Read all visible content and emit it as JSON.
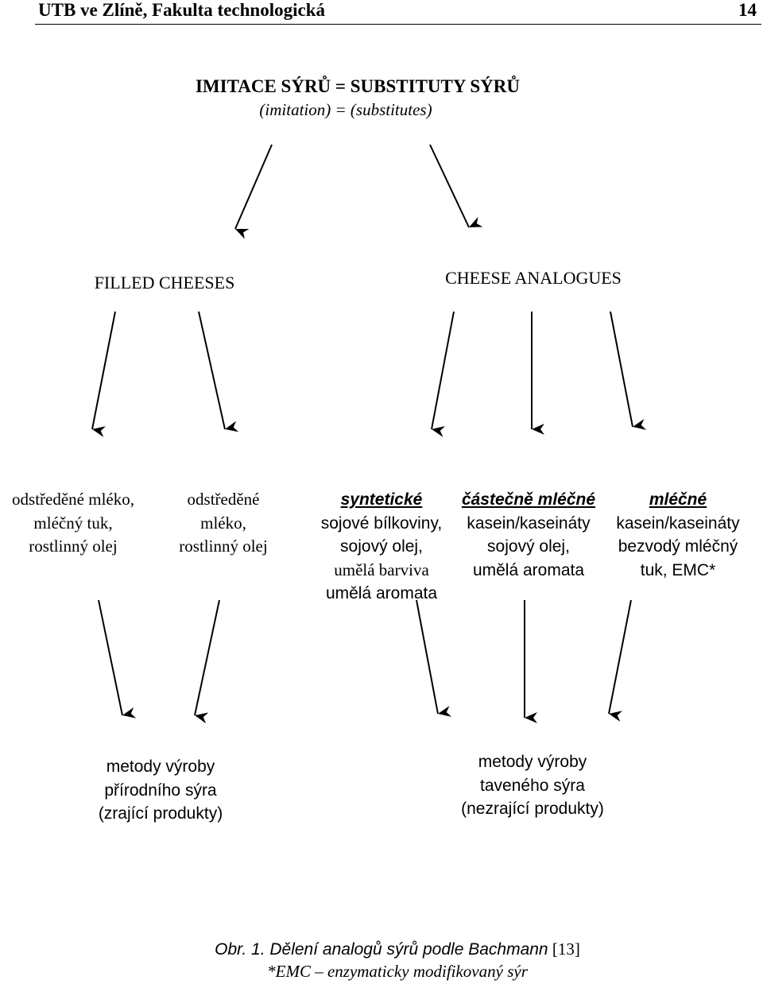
{
  "header": {
    "left": "UTB ve Zlíně, Fakulta technologická",
    "page_number": "14"
  },
  "title": {
    "main": "IMITACE SÝRŮ = SUBSTITUTY SÝRŮ",
    "sub": "(imitation) = (substitutes)"
  },
  "categories": {
    "filled": "FILLED CHEESES",
    "analogues": "CHEESE ANALOGUES"
  },
  "types": [
    {
      "lines": [
        "odstředěné mléko,",
        "mléčný tuk,",
        "rostlinný olej"
      ]
    },
    {
      "lines": [
        "odstředěné",
        "mléko,",
        "rostlinný olej"
      ]
    },
    {
      "heading": "syntetické",
      "lines": [
        "sojové bílkoviny,",
        "sojový olej,",
        "umělá barviva",
        "umělá aromata"
      ]
    },
    {
      "heading": "částečně mléčné",
      "lines": [
        "kasein/kaseináty",
        "sojový olej,",
        "umělá aromata"
      ]
    },
    {
      "heading": "mléčné",
      "lines": [
        "kasein/kaseináty",
        "bezvodý mléčný",
        "tuk, EMC*"
      ]
    }
  ],
  "methods": {
    "natural": [
      "metody výroby",
      "přírodního sýra",
      "(zrající produkty)"
    ],
    "processed": [
      "metody výroby",
      "taveného sýra",
      "(nezrající produkty)"
    ]
  },
  "caption": {
    "line1_label": "Obr. 1. Dělení analogů sýrů podle Bachmann",
    "line1_ref": "[13]",
    "line2": "*EMC – enzymaticky modifikovaný sýr"
  }
}
